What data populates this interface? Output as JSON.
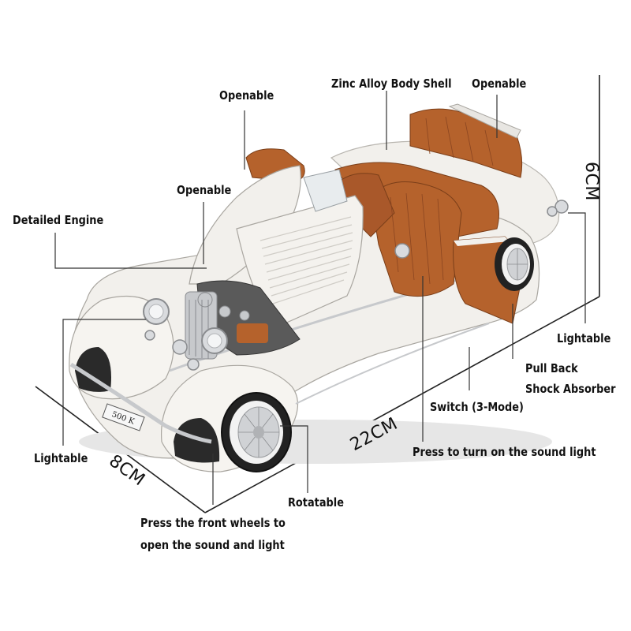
{
  "callouts": {
    "openable_trunk": "Openable",
    "zinc_alloy": "Zinc Alloy Body Shell",
    "openable_back_seat": "Openable",
    "openable_hood": "Openable",
    "detailed_engine": "Detailed Engine",
    "lightable_rear": "Lightable",
    "pull_back_line1": "Pull Back",
    "pull_back_line2": "Shock Absorber",
    "switch_mode": "Switch (3-Mode)",
    "press_sound": "Press to turn on the sound light",
    "lightable_front": "Lightable",
    "rotatable": "Rotatable",
    "press_wheels_line1": "Press the front wheels to",
    "press_wheels_line2": "open the sound and light"
  },
  "dimensions": {
    "height": "6CM",
    "length": "22CM",
    "width": "8CM"
  },
  "car": {
    "plate_text": "500 K",
    "body_color": "#f2f0ec",
    "interior_color": "#b5622c",
    "chrome_color": "#c7c9cc"
  },
  "colors": {
    "text": "#111111",
    "line": "#333333"
  }
}
